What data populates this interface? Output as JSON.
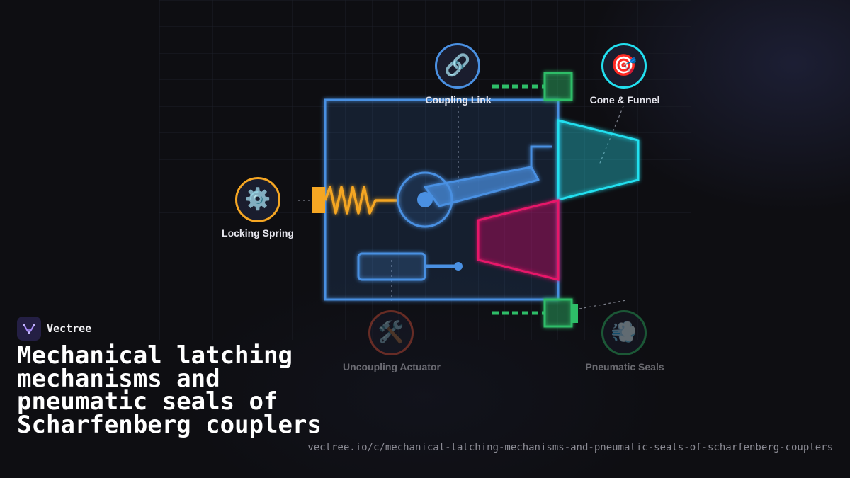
{
  "brand": {
    "name": "Vectree"
  },
  "title": "Mechanical latching mechanisms and pneumatic seals of Scharfenberg couplers",
  "url": "vectree.io/c/mechanical-latching-mechanisms-and-pneumatic-seals-of-scharfenberg-couplers",
  "nodes": {
    "coupling_link": {
      "label": "Coupling Link",
      "icon": "🔗",
      "icon_name": "link-icon",
      "color": "#4a90e2"
    },
    "cone_funnel": {
      "label": "Cone & Funnel",
      "icon": "🎯",
      "icon_name": "target-icon",
      "color": "#22e0f0"
    },
    "locking_spring": {
      "label": "Locking Spring",
      "icon": "⚙️",
      "icon_name": "gear-icon",
      "color": "#f5a623"
    },
    "uncoupling_actuator": {
      "label": "Uncoupling Actuator",
      "icon": "🛠️",
      "icon_name": "tools-icon",
      "color": "#e0533a"
    },
    "pneumatic_seals": {
      "label": "Pneumatic Seals",
      "icon": "💨",
      "icon_name": "air-icon",
      "color": "#2ebd68"
    }
  },
  "colors": {
    "housing": "#4a90e2",
    "spring": "#f5a623",
    "cone": "#22e0f0",
    "funnel": "#e8186a",
    "pneumatic": "#2ebd68",
    "brand_accent": "#a78bfa"
  }
}
